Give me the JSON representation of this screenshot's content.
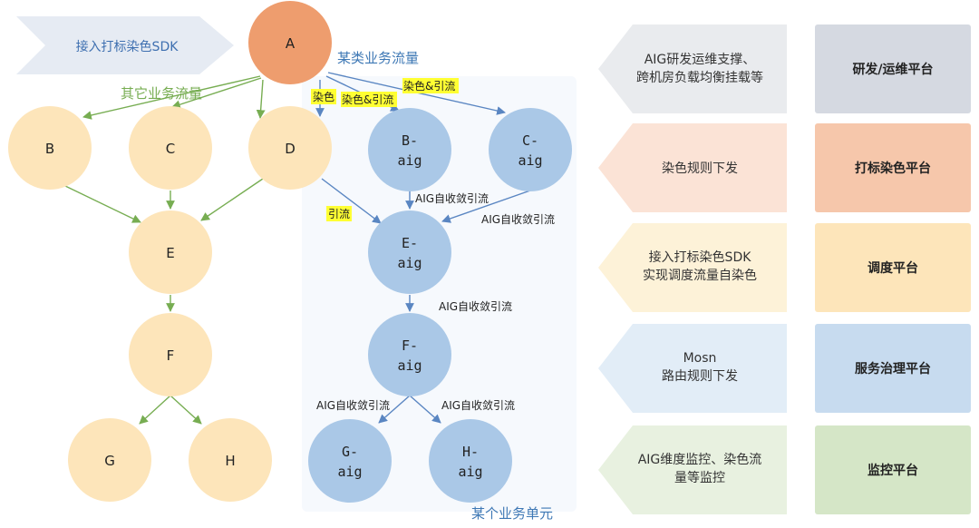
{
  "banner": {
    "label": "接入打标染色SDK",
    "fill": "#e6ebf3",
    "text_color": "#3e6fb0"
  },
  "colors": {
    "node_orange": "#ee9d6e",
    "node_yellow": "#fde5ba",
    "node_blue": "#aac8e7",
    "green_line": "#77ad52",
    "blue_line": "#5a86c2",
    "highlight": "#ffff33",
    "blue_text": "#3e78b5",
    "green_text": "#77ad52",
    "region_fill": "#f6f9fd"
  },
  "labels": {
    "traffic_class": "某类业务流量",
    "other_traffic": "其它业务流量",
    "business_unit": "某个业务单元"
  },
  "nodes": {
    "A": "A",
    "B": "B",
    "C": "C",
    "D": "D",
    "E": "E",
    "F": "F",
    "G": "G",
    "H": "H",
    "B_aig": [
      "B-",
      "aig"
    ],
    "C_aig": [
      "C-",
      "aig"
    ],
    "E_aig": [
      "E-",
      "aig"
    ],
    "F_aig": [
      "F-",
      "aig"
    ],
    "G_aig": [
      "G-",
      "aig"
    ],
    "H_aig": [
      "H-",
      "aig"
    ]
  },
  "edge_labels": {
    "dye": "染色",
    "dye_and_steer_1": "染色&引流",
    "dye_and_steer_2": "染色&引流",
    "steer": "引流",
    "aig_converge_be": "AIG自收敛引流",
    "aig_converge_ce": "AIG自收敛引流",
    "aig_converge_ef": "AIG自收敛引流",
    "aig_converge_fg": "AIG自收敛引流",
    "aig_converge_fh": "AIG自收敛引流"
  },
  "platforms": [
    {
      "arrow_lines": [
        "AIG研发运维支撑、",
        "跨机房负载均衡挂载等"
      ],
      "box_label": "研发/运维平台",
      "arrow_fill": "#e9ebee",
      "box_fill": "#d5d9e1"
    },
    {
      "arrow_lines": [
        "染色规则下发"
      ],
      "box_label": "打标染色平台",
      "arrow_fill": "#fbe3d6",
      "box_fill": "#f6c7ab"
    },
    {
      "arrow_lines": [
        "接入打标染色SDK",
        "实现调度流量自染色"
      ],
      "box_label": "调度平台",
      "arrow_fill": "#fdf2d8",
      "box_fill": "#fde5ba"
    },
    {
      "arrow_lines": [
        "Mosn",
        "路由规则下发"
      ],
      "box_label": "服务治理平台",
      "arrow_fill": "#e2edf7",
      "box_fill": "#c7dbef"
    },
    {
      "arrow_lines": [
        "AIG维度监控、染色流",
        "量等监控"
      ],
      "box_label": "监控平台",
      "arrow_fill": "#e8f1e0",
      "box_fill": "#d5e6c7"
    }
  ]
}
